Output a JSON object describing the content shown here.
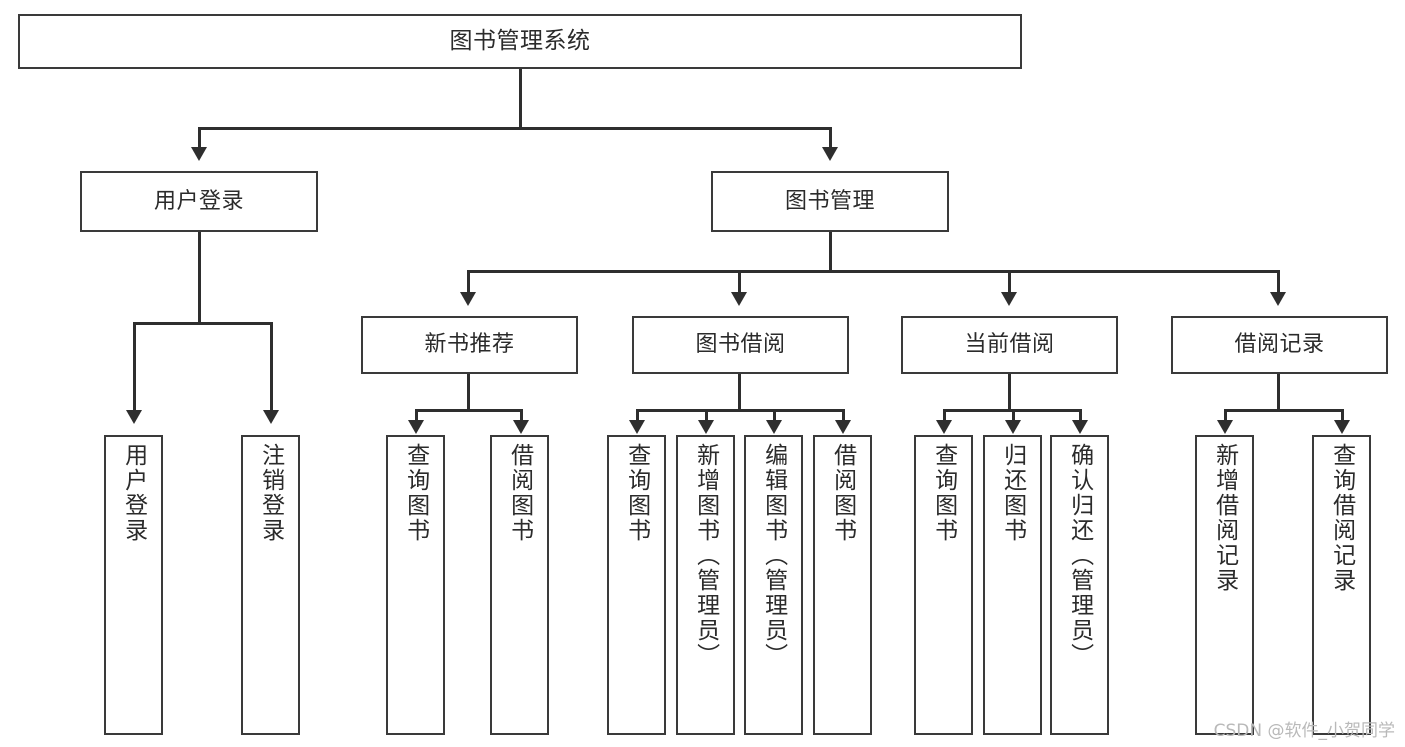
{
  "diagram": {
    "type": "tree-hierarchy",
    "title": "图书管理系统",
    "watermark": "CSDN @软件_小贺同学",
    "colors": {
      "box_border": "#3a3a3a",
      "connector": "#2e2e2e",
      "background": "#ffffff",
      "text": "#2b2b2b",
      "watermark": "#b9b9b9"
    },
    "levels": {
      "root": {
        "label": "图书管理系统"
      },
      "level2": [
        {
          "id": "user-login",
          "label": "用户登录"
        },
        {
          "id": "book-management",
          "label": "图书管理"
        }
      ],
      "level3": [
        {
          "id": "new-book-recommend",
          "label": "新书推荐",
          "parent": "book-management"
        },
        {
          "id": "book-borrow",
          "label": "图书借阅",
          "parent": "book-management"
        },
        {
          "id": "current-borrow",
          "label": "当前借阅",
          "parent": "book-management"
        },
        {
          "id": "borrow-record",
          "label": "借阅记录",
          "parent": "book-management"
        }
      ],
      "level4": [
        {
          "id": "leaf-user-login",
          "label": "用户登录",
          "parent": "user-login"
        },
        {
          "id": "leaf-logout-login",
          "label": "注销登录",
          "parent": "user-login"
        },
        {
          "id": "leaf-query-book-1",
          "label": "查询图书",
          "parent": "new-book-recommend"
        },
        {
          "id": "leaf-borrow-book-1",
          "label": "借阅图书",
          "parent": "new-book-recommend"
        },
        {
          "id": "leaf-query-book-2",
          "label": "查询图书",
          "parent": "book-borrow"
        },
        {
          "id": "leaf-add-book",
          "label": "新增图书（管理员）",
          "parent": "book-borrow"
        },
        {
          "id": "leaf-edit-book",
          "label": "编辑图书（管理员）",
          "parent": "book-borrow"
        },
        {
          "id": "leaf-borrow-book-2",
          "label": "借阅图书",
          "parent": "book-borrow"
        },
        {
          "id": "leaf-query-book-3",
          "label": "查询图书",
          "parent": "current-borrow"
        },
        {
          "id": "leaf-return-book",
          "label": "归还图书",
          "parent": "current-borrow"
        },
        {
          "id": "leaf-confirm-return",
          "label": "确认归还（管理员）",
          "parent": "current-borrow"
        },
        {
          "id": "leaf-add-record",
          "label": "新增借阅记录",
          "parent": "borrow-record"
        },
        {
          "id": "leaf-query-record",
          "label": "查询借阅记录",
          "parent": "borrow-record"
        }
      ]
    }
  }
}
